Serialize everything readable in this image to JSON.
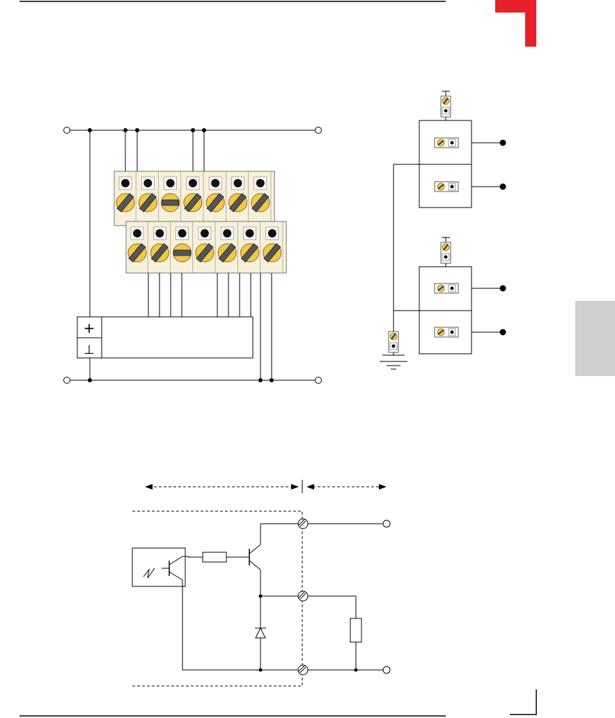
{
  "page": {
    "accent_color": "#e8202a",
    "side_tab_color": "#d0d0d0",
    "terminal_color": "#f2c84b",
    "terminal_base_color": "#f7f1dc"
  },
  "diagram_top_left": {
    "upper_row_terminal_slots": [
      "diag",
      "diag",
      "flat",
      "diag",
      "diag",
      "diag",
      "diag"
    ],
    "lower_row_terminal_slots": [
      "diag",
      "diag",
      "flat",
      "diag",
      "diag",
      "diag",
      "diag"
    ],
    "supply_symbols": {
      "plus": "+",
      "ground": "⊥"
    }
  },
  "diagram_top_right": {
    "modules": 2,
    "outputs_per_module": 2
  },
  "diagram_bottom": {
    "components": [
      "phototransistor",
      "resistor",
      "transistor",
      "diode",
      "load-resistor"
    ],
    "terminals": 3
  }
}
